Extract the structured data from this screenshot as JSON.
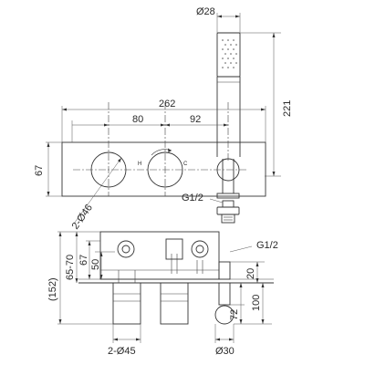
{
  "dimensions": {
    "hand_shower_diameter": "Ø28",
    "hand_shower_height": "221",
    "overall_width": "262",
    "left_spacing": "80",
    "right_spacing": "92",
    "plate_height": "67",
    "handle_diameters": "2-Ø46",
    "outlet_thread_top": "G1/2",
    "outlet_thread_side": "G1/2",
    "body_depth_range": "65-70",
    "total_depth": "(152)",
    "body_height_67": "67",
    "body_height_50": "50",
    "outlet_offset_20": "20",
    "outlet_length_100": "100",
    "outlet_length_72": "72",
    "trim_diameters": "2-Ø45",
    "hose_outlet_diameter": "Ø30"
  },
  "knob_markings": {
    "hot": "H",
    "cold": "C"
  }
}
